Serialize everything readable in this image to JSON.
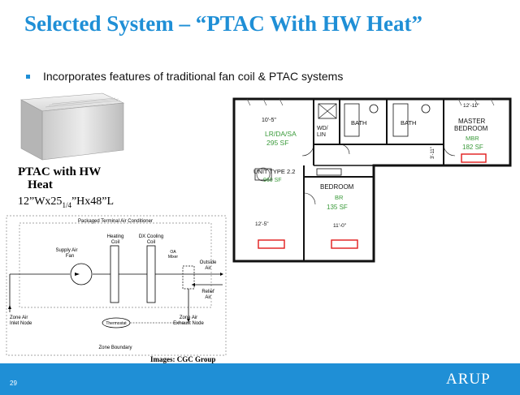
{
  "slide": {
    "title": "Selected System – “PTAC With HW Heat”",
    "bullet": "Incorporates features of traditional fan coil & PTAC systems",
    "ptac_label_line1": "PTAC with HW",
    "ptac_label_line2": "Heat",
    "dimensions": "12”Wx25",
    "dimensions_frac": "1/4",
    "dimensions_tail": "”Hx48”L",
    "image_credit": "Images: CGC Group",
    "page_number": "29",
    "logo": "ARUP"
  },
  "schematic": {
    "title": "Packaged Terminal Air Conditioner",
    "supply_fan": "Supply Air\nFan",
    "heating_coil": "Heating\nCoil",
    "dx_coil": "DX Cooling\nCoil",
    "oa_mixer": "OA\nMixer",
    "outside_air": "Outside\nAir",
    "relief_air": "Relief\nAir",
    "thermostat": "Thermostat",
    "zone_inlet": "Zone Air\nInlet Node",
    "zone_exhaust": "Zone Air\nExhaust Node",
    "zone_boundary": "Zone Boundary"
  },
  "floor_plan": {
    "dim1": "10'-5\"",
    "lr_room": "LR/DA/SA",
    "lr_area": "295 SF",
    "wd_lin": "WD/\nLIN",
    "bath1": "BATH",
    "bath2": "BATH",
    "master": "MASTER\nBEDROOM",
    "mbr": "MBR",
    "mbr_area": "182 SF",
    "dim_master": "12'-11\"",
    "dim_3_11": "3'-11\"",
    "unit_type": "UNIT TYPE 2.2",
    "unit_area": "960 SF",
    "bedroom": "BEDROOM",
    "br": "BR",
    "br_area": "135 SF",
    "dim_bottom1": "12'-5\"",
    "dim_bottom2": "11'-0\""
  },
  "colors": {
    "accent": "#1f8fd6",
    "room_green": "#3a9a3a",
    "ptac_marker": "#e01b1b"
  }
}
